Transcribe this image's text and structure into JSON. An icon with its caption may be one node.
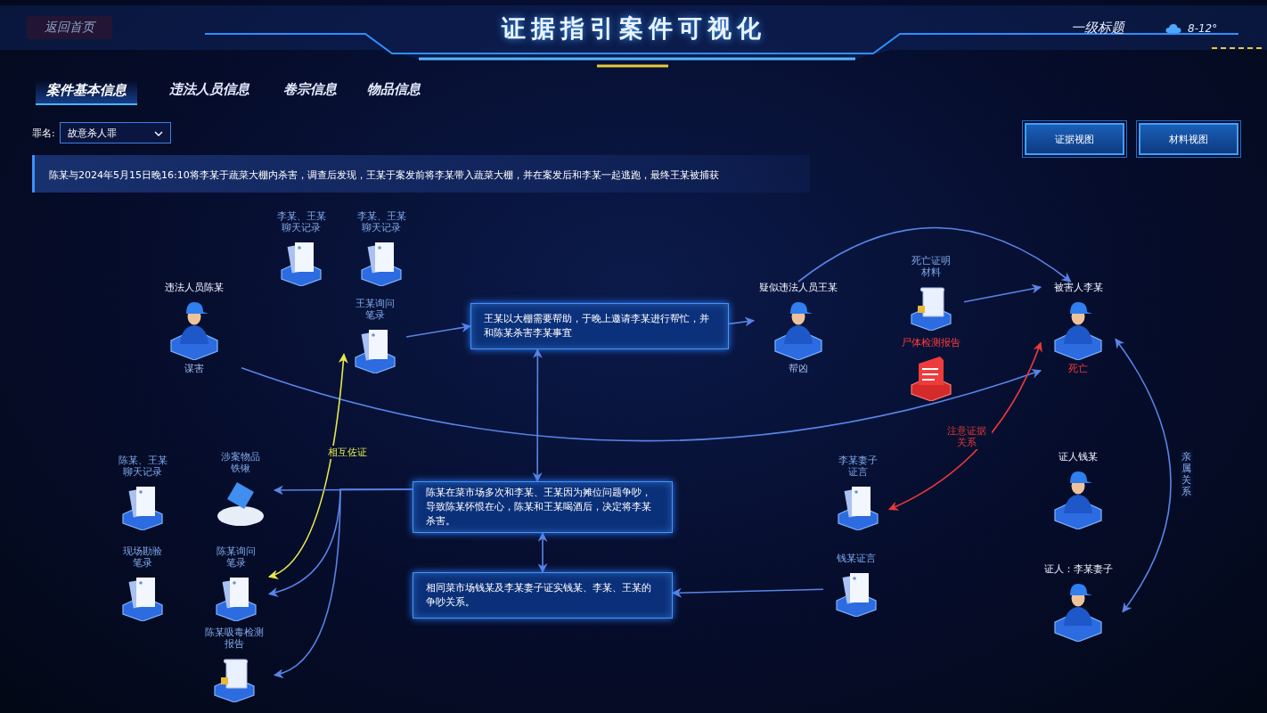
{
  "diagram": {
    "title": "证据指引案件可视化",
    "nodes": [
      {
        "text": [
          "违法人员陈某",
          "谋害"
        ]
      },
      {
        "text": [
          "李某、王某聊天记录"
        ]
      },
      {
        "text": [
          "李某、王某聊天记录"
        ]
      },
      {
        "text": [
          "王某询问笔录"
        ]
      },
      {
        "text": [
          "王某以大棚需要帮助，于晚上邀请李某进行帮忙，并和陈某杀害李某事宜"
        ]
      },
      {
        "text": [
          "疑似违法人员王某",
          "帮凶"
        ]
      },
      {
        "text": [
          "死亡证明材料"
        ]
      },
      {
        "text": [
          "尸体检测报告"
        ]
      },
      {
        "text": [
          "被害人李某",
          "死亡"
        ]
      },
      {
        "text": [
          "陈某、王某聊天记录"
        ]
      },
      {
        "text": [
          "涉案物品铁锹"
        ]
      },
      {
        "text": [
          "现场勘验笔录"
        ]
      },
      {
        "text": [
          "陈某询问笔录"
        ]
      },
      {
        "text": [
          "陈某吸毒检测报告"
        ]
      },
      {
        "text": [
          "陈某在菜市场多次和李某、王某因为摊位问题争吵，导致陈某怀恨在心，陈某和王某喝酒后，决定将李某杀害。"
        ]
      },
      {
        "text": [
          "相同菜市场钱某及李某妻子证实钱某、李某、王某的争吵关系。"
        ]
      },
      {
        "text": [
          "李某妻子证言"
        ]
      },
      {
        "text": [
          "钱某证言"
        ]
      },
      {
        "text": [
          "证人钱某"
        ]
      },
      {
        "text": [
          "证人：李某妻子"
        ]
      }
    ],
    "edges": [
      {
        "from": 3,
        "to": 4,
        "arrow": "to"
      },
      {
        "from": 4,
        "to": 5,
        "arrow": "to"
      },
      {
        "from": 5,
        "to": 8,
        "arrow": "to"
      },
      {
        "from": 6,
        "to": 8,
        "arrow": "to"
      },
      {
        "from": 0,
        "to": 8,
        "arrow": "to"
      },
      {
        "from": 12,
        "to": 3,
        "arrow": "both",
        "label": "相互佐证",
        "color": "#e6e84c"
      },
      {
        "from": 4,
        "to": 14,
        "arrow": "both"
      },
      {
        "from": 14,
        "to": 15,
        "arrow": "both"
      },
      {
        "from": 14,
        "to": 10,
        "arrow": "to"
      },
      {
        "from": 14,
        "to": 12,
        "arrow": "to"
      },
      {
        "from": 14,
        "to": 13,
        "arrow": "to"
      },
      {
        "from": 16,
        "to": 8,
        "arrow": "both",
        "label": "注意证据关系",
        "color": "#e8383a"
      },
      {
        "from": 17,
        "to": 15,
        "arrow": "to"
      },
      {
        "from": 8,
        "to": 19,
        "arrow": "both",
        "label": "亲属关系"
      }
    ],
    "labels": [
      "返回首页",
      "一级标题",
      "8-12°",
      "案件基本信息",
      "违法人员信息",
      "卷宗信息",
      "物品信息",
      "罪名:",
      "故意杀人罪",
      "证据视图",
      "材料视图",
      "陈某与2024年5月15日晚16:10将李某于蔬菜大棚内杀害，调查后发现，王某于案发前将李某带入蔬菜大棚，并在案发后和李某一起逃跑，最终王某被捕获"
    ]
  }
}
